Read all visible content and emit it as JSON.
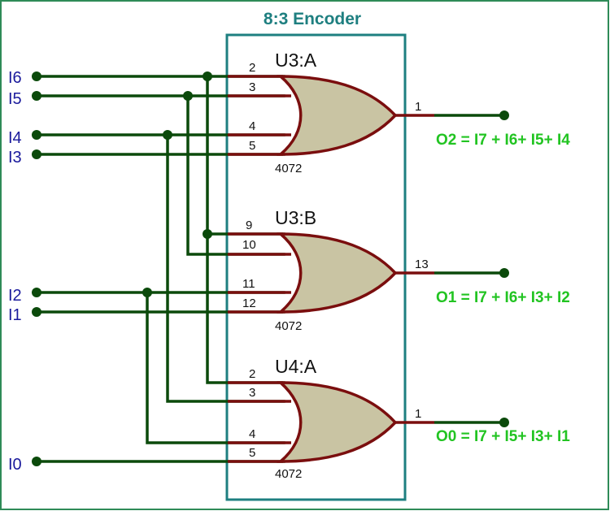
{
  "title": "8:3 Encoder",
  "colors": {
    "border": "#2e8b57",
    "block": "#1e7f80",
    "wire": "#0b4a0b",
    "gate_stroke": "#7a0e0e",
    "gate_fill": "#c9c4a3",
    "input_label": "#1a1a9c",
    "output_text": "#22c422",
    "text": "#111111"
  },
  "inputs": [
    {
      "label": "I6"
    },
    {
      "label": "I5"
    },
    {
      "label": "I4"
    },
    {
      "label": "I3"
    },
    {
      "label": "I2"
    },
    {
      "label": "I1"
    },
    {
      "label": "I0"
    }
  ],
  "gates": [
    {
      "name": "U3:A",
      "part": "4072",
      "pins": [
        "2",
        "3",
        "4",
        "5"
      ],
      "out_pin": "1",
      "equation": "O2 = I7 + I6+ I5+ I4"
    },
    {
      "name": "U3:B",
      "part": "4072",
      "pins": [
        "9",
        "10",
        "11",
        "12"
      ],
      "out_pin": "13",
      "equation": "O1 = I7 + I6+ I3+ I2"
    },
    {
      "name": "U4:A",
      "part": "4072",
      "pins": [
        "2",
        "3",
        "4",
        "5"
      ],
      "out_pin": "1",
      "equation": "O0 = I7 + I5+ I3+ I1"
    }
  ]
}
